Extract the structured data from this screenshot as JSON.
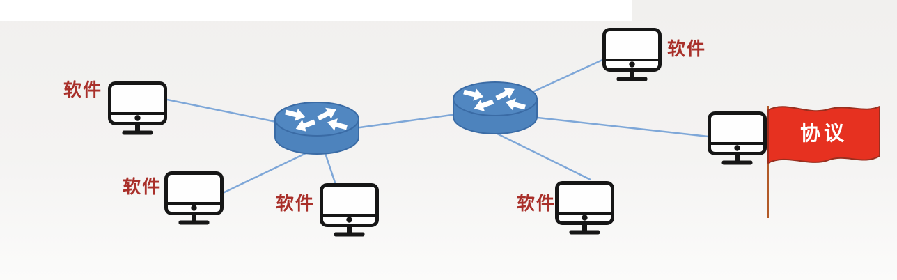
{
  "topology": {
    "nodes": [
      {
        "id": "computer-top-left",
        "type": "computer",
        "label": "软件"
      },
      {
        "id": "computer-mid-left",
        "type": "computer",
        "label": "软件"
      },
      {
        "id": "computer-bottom-center",
        "type": "computer",
        "label": "软件"
      },
      {
        "id": "computer-bottom-right",
        "type": "computer",
        "label": "软件"
      },
      {
        "id": "computer-top-right",
        "type": "computer",
        "label": "软件"
      },
      {
        "id": "computer-protocol",
        "type": "computer",
        "label": ""
      },
      {
        "id": "router-left",
        "type": "router",
        "label": ""
      },
      {
        "id": "router-right",
        "type": "router",
        "label": ""
      }
    ],
    "edges": [
      {
        "from": "computer-top-left",
        "to": "router-left"
      },
      {
        "from": "computer-mid-left",
        "to": "router-left"
      },
      {
        "from": "computer-bottom-center",
        "to": "router-left"
      },
      {
        "from": "router-left",
        "to": "router-right"
      },
      {
        "from": "computer-top-right",
        "to": "router-right"
      },
      {
        "from": "computer-bottom-right",
        "to": "router-right"
      },
      {
        "from": "computer-protocol",
        "to": "router-right"
      }
    ]
  },
  "flag": {
    "label": "协议"
  },
  "colors": {
    "background_top": "#f1f0ee",
    "background_bottom": "#fbfbfa",
    "top_strip": "#ffffff",
    "link_line": "#7ea7d8",
    "router_fill": "#4d83bd",
    "router_top_fill": "#5187c1",
    "router_stroke": "#3a6ba5",
    "router_arrows": "#ffffff",
    "monitor_outline": "#161616",
    "screen_fill": "#fefefe",
    "software_label": "#a9302a",
    "flag_fill": "#e63120",
    "flag_outline": "#992f1f",
    "flag_pole": "#b25a28",
    "flag_text": "#ffffff"
  }
}
